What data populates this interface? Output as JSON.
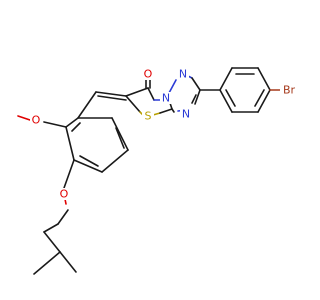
{
  "diagram": {
    "atoms": [
      {
        "id": "O_carbonyl",
        "label": "O",
        "color": "#e00000"
      },
      {
        "id": "N_bridge",
        "label": "N",
        "color": "#2b3bd6"
      },
      {
        "id": "N_top",
        "label": "N",
        "color": "#2b3bd6"
      },
      {
        "id": "N_bottom",
        "label": "N",
        "color": "#2b3bd6"
      },
      {
        "id": "S",
        "label": "S",
        "color": "#b8a000"
      },
      {
        "id": "Br",
        "label": "Br",
        "color": "#a53a1c"
      },
      {
        "id": "O_methoxy",
        "label": "O",
        "color": "#e00000"
      },
      {
        "id": "O_ether",
        "label": "O",
        "color": "#e00000"
      }
    ]
  }
}
